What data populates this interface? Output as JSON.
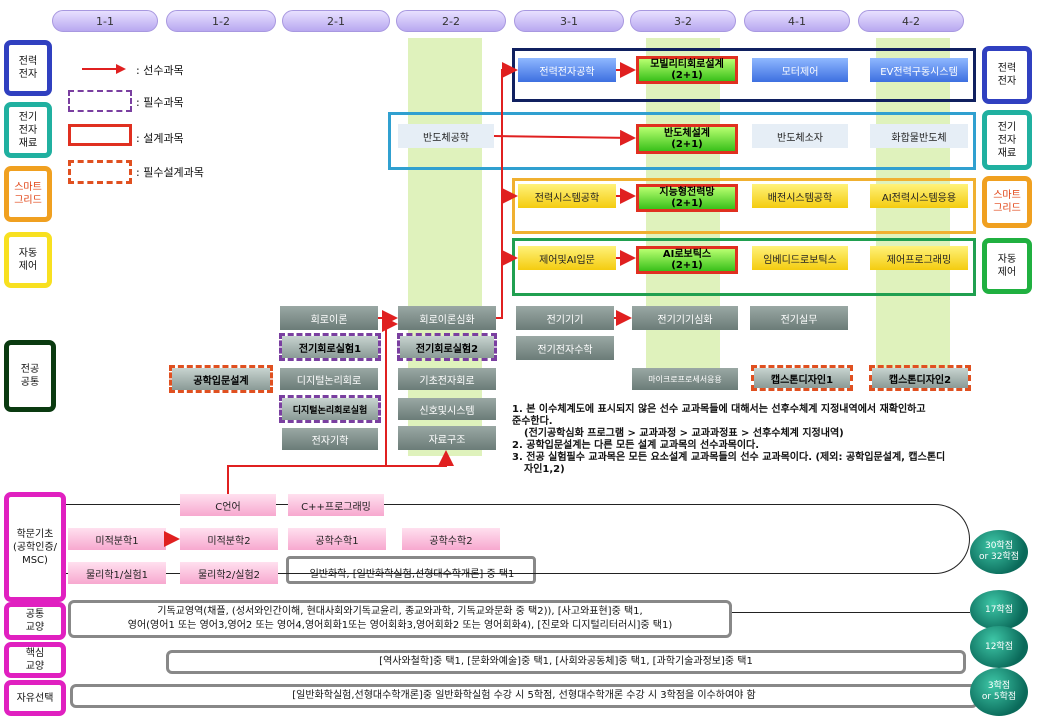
{
  "semesters": [
    "1-1",
    "1-2",
    "2-1",
    "2-2",
    "3-1",
    "3-2",
    "4-1",
    "4-2"
  ],
  "legend": {
    "prereq": ": 선수과목",
    "required": ": 필수과목",
    "design": ": 설계과목",
    "required_design": ": 필수설계과목"
  },
  "categories_left": {
    "power": "전력\n전자",
    "materials": "전기\n전자\n재료",
    "smart": "스마트\n그리드",
    "auto": "자동\n제어",
    "major_common": "전공\n공통",
    "msc": "학문기초\n(공학인증/\nMSC)",
    "general_common": "공통\n교양",
    "core_liberal": "핵심\n교양",
    "free": "자유선택"
  },
  "categories_right": {
    "power": "전력\n전자",
    "materials": "전기\n전자\n재료",
    "smart": "스마트\n그리드",
    "auto": "자동\n제어"
  },
  "courses": {
    "power_elec": "전력전자공학",
    "mobility_design": "모빌리티회로설계",
    "plus1": "(2+1)",
    "motor_control": "모터제어",
    "ev_drive": "EV전력구동시스템",
    "semiconductor": "반도체공학",
    "semi_design": "반도체설계",
    "semi_device": "반도체소자",
    "compound_semi": "화합물반도체",
    "power_system": "전력시스템공학",
    "smart_grid": "지능형전력망",
    "distribution": "배전시스템공학",
    "ai_power": "AI전력시스템응용",
    "control_ai": "제어및AI입문",
    "ai_robotics": "AI로보틱스",
    "embedded_robotics": "임베디드로보틱스",
    "control_prog": "제어프로그래밍",
    "circuit": "회로이론",
    "circuit_adv": "회로이론심화",
    "elec_machine": "전기기기",
    "elec_machine_adv": "전기기기심화",
    "elec_practice": "전기실무",
    "circuit_lab1": "전기회로실험1",
    "circuit_lab2": "전기회로실험2",
    "em_math": "전기전자수학",
    "eng_design_intro": "공학입문설계",
    "digital_logic": "디지털논리회로",
    "basic_electronics": "기초전자회로",
    "micro": "마이크로프로세서응용",
    "capstone1": "캡스톤디자인1",
    "capstone2": "캡스톤디자인2",
    "digital_lab": "디지털논리회로실험",
    "signals": "신호및시스템",
    "electromagnetics": "전자기학",
    "data_structure": "자료구조",
    "c_lang": "C언어",
    "cpp": "C++프로그래밍",
    "calc1": "미적분학1",
    "calc2": "미적분학2",
    "eng_math1": "공학수학1",
    "eng_math2": "공학수학2",
    "physics1": "물리학1/실험1",
    "physics2": "물리학2/실험2",
    "gen_chem": "일반화학, [일반화학실험,선형대수학개론] 중 택1"
  },
  "notes": {
    "n1": "1. 본 이수체계도에 표시되지 않은 선수 교과목들에 대해서는 선후수체계 지정내역에서 재확인하고",
    "n1b": "준수한다.",
    "n1c": "(전기공학심화 프로그램 > 교과과정 > 교과과정표 > 선후수체계 지정내역)",
    "n2": "2. 공학입문설계는 다른 모든 설계 교과목의 선수과목이다.",
    "n3": "3. 전공 실험필수 교과목은 모든 요소설계 교과목들의 선수 교과목이다. (제외: 공학입문설계, 캡스톤디",
    "n3b": "자인1,2)"
  },
  "liberal": {
    "common_line1": "기독교영역(채플, (성서와인간이해, 현대사회와기독교윤리, 종교와과학, 기독교와문화 중 택2)), [사고와표현]중 택1,",
    "common_line2": "영어(영어1 또는 영어3,영어2 또는 영어4,영어회화1또는 영어회화3,영어회화2 또는 영어회화4), [진로와 디지털리터러시]중 택1)",
    "core": "[역사와철학]중 택1, [문화와예술]중 택1, [사회와공동체]중 택1, [과학기술과정보]중 택1",
    "free": "[일반화학실험,선형대수학개론]중 일반화학실험 수강 시 5학점, 선형대수학개론 수강 시 3학점을 이수하여야 함"
  },
  "credits": {
    "msc": "30학점\nor 32학점",
    "common": "17학점",
    "core": "12학점",
    "free": "3학점\nor 5학점"
  }
}
